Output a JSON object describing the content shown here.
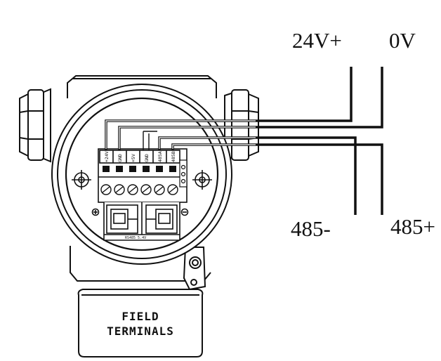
{
  "wires": {
    "v24_plus": "24V+",
    "zero_v": "0V",
    "rs485_minus": "485-",
    "rs485_plus": "485+"
  },
  "terminal_pins": [
    "+24V",
    "GND",
    "+5V",
    "GND",
    "485A",
    "485B"
  ],
  "board_label": "RS485 5.4V",
  "cap_label": {
    "line1": "FIELD",
    "line2": "TERMINALS"
  }
}
